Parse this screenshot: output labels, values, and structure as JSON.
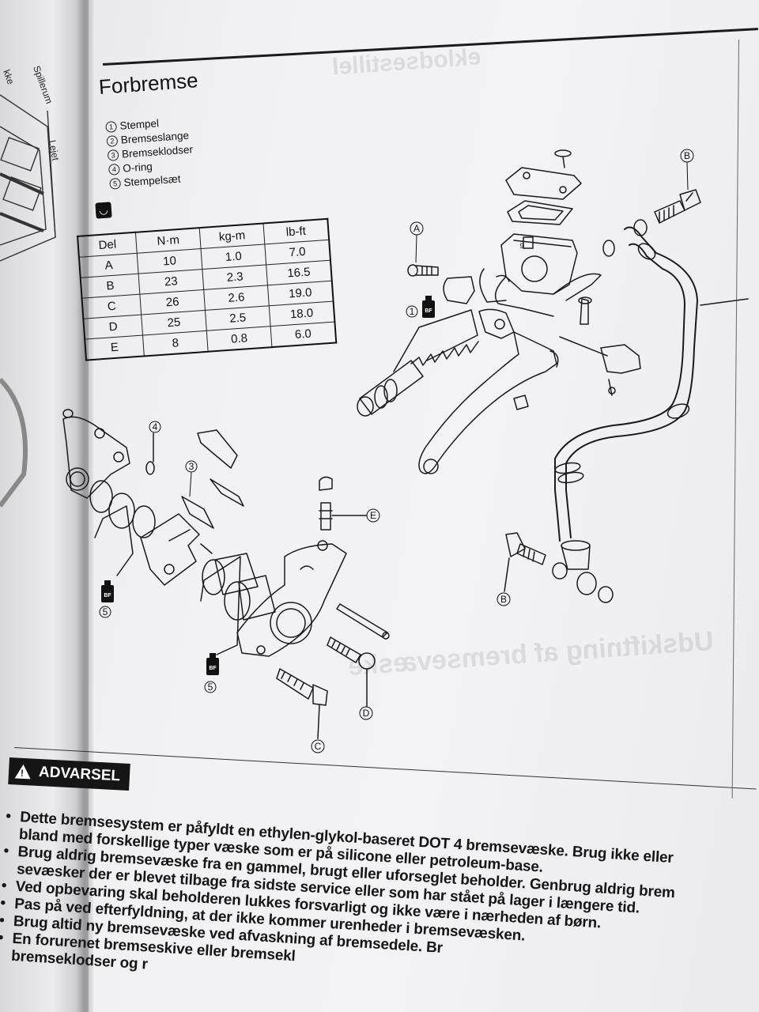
{
  "title": "Forbremse",
  "legend": [
    {
      "num": "1",
      "label": "Stempel"
    },
    {
      "num": "2",
      "label": "Bremseslange"
    },
    {
      "num": "3",
      "label": "Bremseklodser"
    },
    {
      "num": "4",
      "label": "O-ring"
    },
    {
      "num": "5",
      "label": "Stempelsæt"
    }
  ],
  "torque_table": {
    "headers": [
      "Del",
      "N·m",
      "kg-m",
      "lb-ft"
    ],
    "rows": [
      [
        "A",
        "10",
        "1.0",
        "7.0"
      ],
      [
        "B",
        "23",
        "2.3",
        "16.5"
      ],
      [
        "C",
        "26",
        "2.6",
        "19.0"
      ],
      [
        "D",
        "25",
        "2.5",
        "18.0"
      ],
      [
        "E",
        "8",
        "0.8",
        "6.0"
      ]
    ]
  },
  "callouts": {
    "A": "A",
    "B": "B",
    "C": "C",
    "D": "D",
    "E": "E",
    "n1": "1",
    "n3": "3",
    "n4": "4",
    "n5": "5",
    "bf": "BF",
    "cover_num": "9"
  },
  "left_page_fragments": {
    "word1": "kke",
    "word2": "Spillerum",
    "word3": "Lejet"
  },
  "warning": {
    "badge": "ADVARSEL",
    "lines": [
      {
        "bullet": true,
        "text": "Dette bremsesystem er påfyldt en ethylen-glykol-baseret DOT 4 bremsevæske. Brug ikke eller"
      },
      {
        "bullet": false,
        "text": "bland med forskellige typer væske som er på silicone eller petroleum-base."
      },
      {
        "bullet": true,
        "text": "Brug aldrig bremsevæske fra en gammel, brugt eller uforseglet beholder. Genbrug aldrig brem"
      },
      {
        "bullet": false,
        "text": "sevæsker der er blevet tilbage fra sidste service eller som har stået på lager i længere tid."
      },
      {
        "bullet": true,
        "text": "Ved opbevaring skal beholderen lukkes forsvarligt og ikke være i nærheden af børn."
      },
      {
        "bullet": true,
        "text": "Pas på ved efterfyldning, at der ikke kommer urenheder i bremsevæsken."
      },
      {
        "bullet": true,
        "text": "Brug altid ny bremsevæske ved afvaskning af bremsedele. Br"
      },
      {
        "bullet": true,
        "text": "En forurenet bremseskive eller bremsekl"
      },
      {
        "bullet": false,
        "text": "bremseklodser og r"
      }
    ]
  },
  "bleed_through": {
    "t1": "eklodsestillel",
    "t2": "Udskiftning af bremsevæske"
  }
}
